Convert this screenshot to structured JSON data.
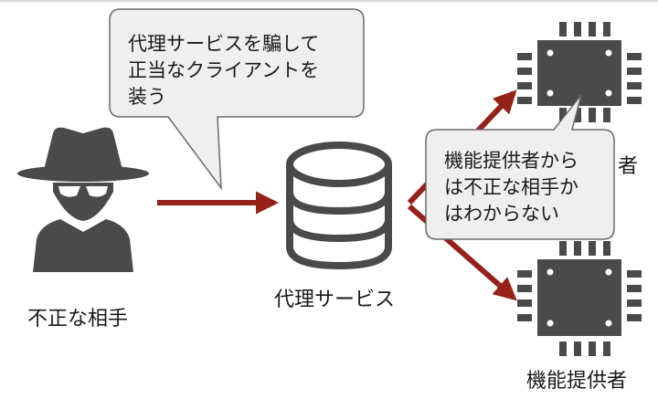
{
  "colors": {
    "arrow": "#962119",
    "icon": "#4a4a4a",
    "bubble_fill": "#efefef",
    "bubble_stroke": "#6b6b6b"
  },
  "icons": {
    "attacker": "hacker-icon",
    "service": "database-icon",
    "provider": "chip-icon"
  },
  "labels": {
    "attacker": "不正な相手",
    "service": "代理サービス",
    "provider_bottom": "機能提供者",
    "provider_top_partial": "者"
  },
  "bubbles": {
    "attacker": {
      "lines": [
        "代理サービスを騙して",
        "正当なクライアントを",
        "装う"
      ]
    },
    "provider": {
      "lines": [
        "機能提供者から",
        "は不正な相手か",
        "はわからない"
      ]
    }
  }
}
